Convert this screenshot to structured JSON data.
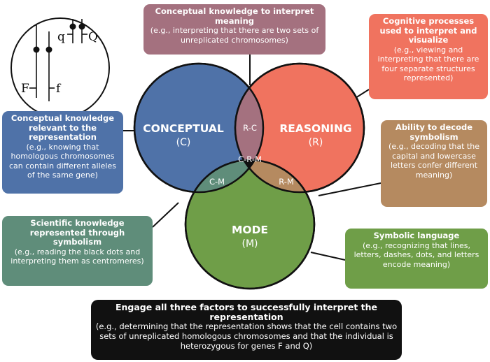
{
  "venn": {
    "conceptual": {
      "label": "CONCEPTUAL",
      "abbr": "(C)",
      "color": "#4f72a8"
    },
    "reasoning": {
      "label": "REASONING",
      "abbr": "(R)",
      "color": "#f0735f"
    },
    "mode": {
      "label": "MODE",
      "abbr": "(M)",
      "color": "#6f9e48"
    },
    "rc": {
      "label": "R-C",
      "color": "#a4717f"
    },
    "cm": {
      "label": "C-M",
      "color": "#5f8d7a"
    },
    "rm": {
      "label": "R-M",
      "color": "#b58a60"
    },
    "crm": {
      "label": "C-R-M",
      "color": "#111111"
    }
  },
  "chromosome_icon": {
    "letters": [
      "F",
      "f",
      "q",
      "Q"
    ]
  },
  "boxes": {
    "top": {
      "title": "Conceptual knowledge to interpret meaning",
      "desc": "(e.g., interpreting that there are two sets of unreplicated chromosomes)"
    },
    "cognitive": {
      "title": "Cognitive processes used to interpret and visualize",
      "desc": "(e.g., viewing and interpreting that there are four separate structures represented)"
    },
    "conceptual": {
      "title": "Conceptual knowledge relevant to the representation",
      "desc": "(e.g., knowing that homologous chromosomes can contain different alleles of the same gene)"
    },
    "symbolism": {
      "title": "Ability to decode symbolism",
      "desc": "(e.g., decoding that the capital and lowercase letters confer different meaning)"
    },
    "scientific": {
      "title": "Scientific knowledge represented through symbolism",
      "desc": "(e.g., reading the black dots and interpreting them as centromeres)"
    },
    "language": {
      "title": "Symbolic language",
      "desc": "(e.g., recognizing that lines, letters, dashes, dots, and letters encode meaning)"
    },
    "all": {
      "title": "Engage all three factors to successfully interpret the representation",
      "desc": "(e.g., determining that the representation shows that the cell contains two sets of unreplicated homologous chromosomes and that the individual is heterozygous for genes F and Q)"
    }
  }
}
